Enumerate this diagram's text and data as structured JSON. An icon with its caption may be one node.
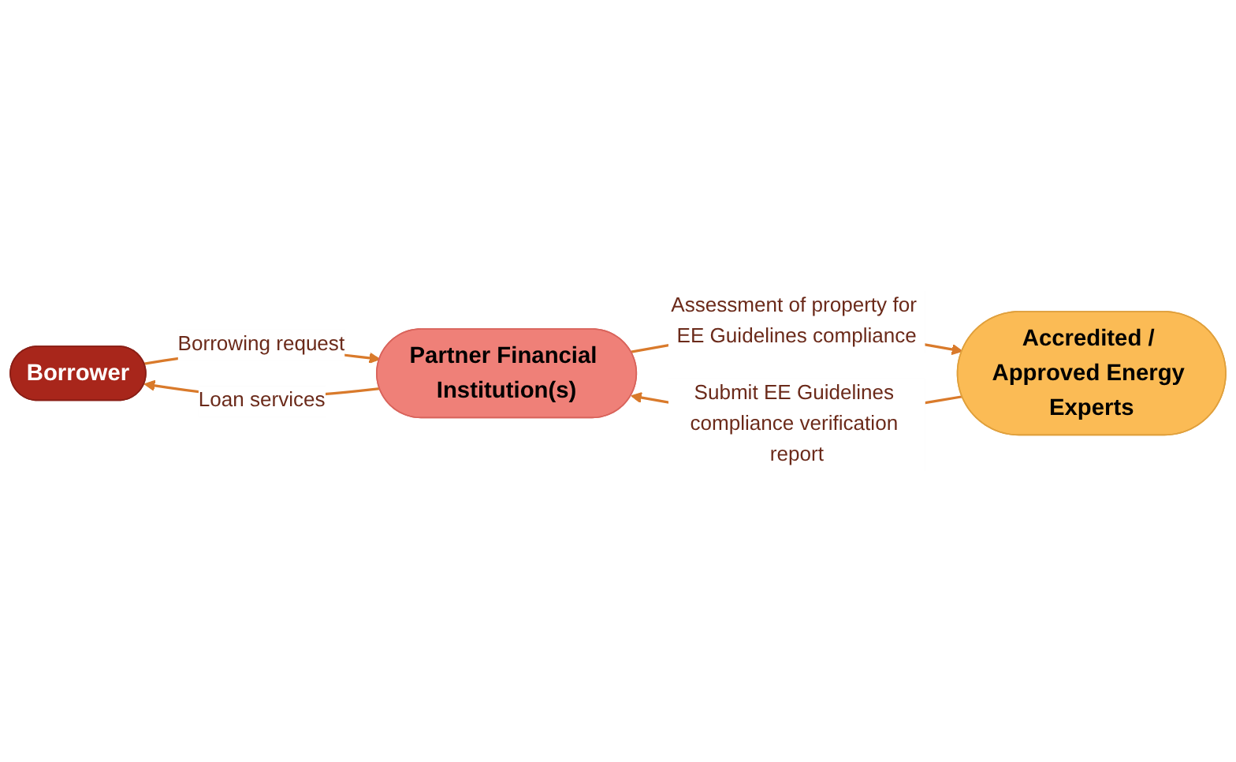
{
  "diagram": {
    "nodes": [
      {
        "text": [
          "Borrower"
        ]
      },
      {
        "text": [
          "Partner Financial Institution(s)"
        ]
      },
      {
        "text": [
          "Accredited / Approved Energy Experts"
        ]
      }
    ],
    "edges": [
      {
        "from": 0,
        "to": 1,
        "arrow": "to",
        "label": "Borrowing request"
      },
      {
        "from": 1,
        "to": 0,
        "arrow": "to",
        "label": "Loan services"
      },
      {
        "from": 2,
        "to": 1,
        "arrow": "to",
        "label": "Submit EE Guidelines compliance verification report"
      },
      {
        "from": 1,
        "to": 2,
        "arrow": "to",
        "label": "Assessment of property for EE Guidelines compliance"
      }
    ]
  }
}
